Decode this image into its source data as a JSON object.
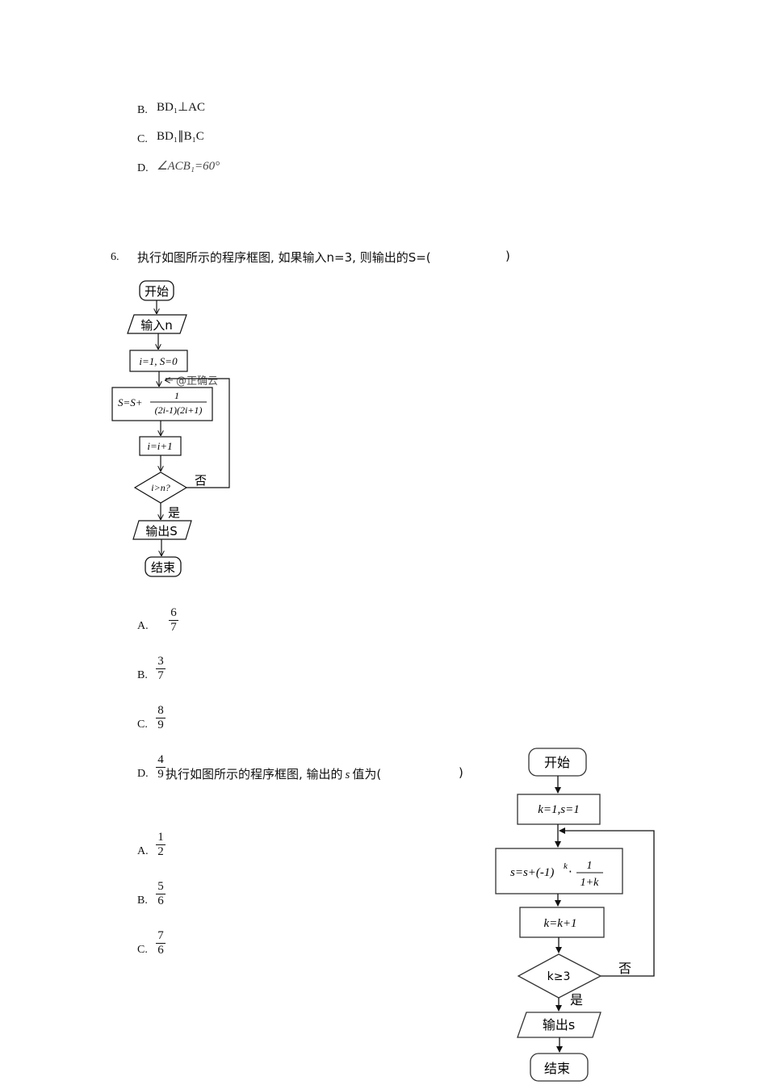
{
  "q5_options": [
    {
      "letter": "B.",
      "text": "BD₁⊥AC"
    },
    {
      "letter": "C.",
      "text": "BD₁∥B₁C"
    },
    {
      "letter": "D.",
      "text": "∠ACB₁=60°"
    }
  ],
  "q6": {
    "number": "6.",
    "stem": "执行如图所示的程序框图, 如果输入n=3, 则输出的S=(",
    "stem_close": ")",
    "flowchart": {
      "start": "开始",
      "input": "输入n",
      "init": "i=1, S=0",
      "watermark": "@正确云",
      "update_lhs": "S=S+",
      "update_num": "1",
      "update_den": "(2i-1)(2i+1)",
      "increment": "i=i+1",
      "condition": "i>n?",
      "no": "否",
      "yes": "是",
      "output": "输出S",
      "end": "结束"
    },
    "options": [
      {
        "letter": "A.",
        "num": "6",
        "den": "7"
      },
      {
        "letter": "B.",
        "num": "3",
        "den": "7"
      },
      {
        "letter": "C.",
        "num": "8",
        "den": "9"
      },
      {
        "letter": "D.",
        "num": "4",
        "den": "9"
      }
    ]
  },
  "q7": {
    "stem_pre": "执行如图所示的程序框图, 输出的",
    "stem_var": "s",
    "stem_post": "值为(",
    "stem_close": ")",
    "flowchart": {
      "start": "开始",
      "init": "k=1,s=1",
      "update_lhs": "s=s+(-1)",
      "update_exp": "k",
      "update_dot": "·",
      "update_num": "1",
      "update_den": "1+k",
      "increment": "k=k+1",
      "condition": "k≥3",
      "no": "否",
      "yes": "是",
      "output": "输出s",
      "end": "结束"
    },
    "options": [
      {
        "letter": "A.",
        "num": "1",
        "den": "2"
      },
      {
        "letter": "B.",
        "num": "5",
        "den": "6"
      },
      {
        "letter": "C.",
        "num": "7",
        "den": "6"
      }
    ]
  }
}
